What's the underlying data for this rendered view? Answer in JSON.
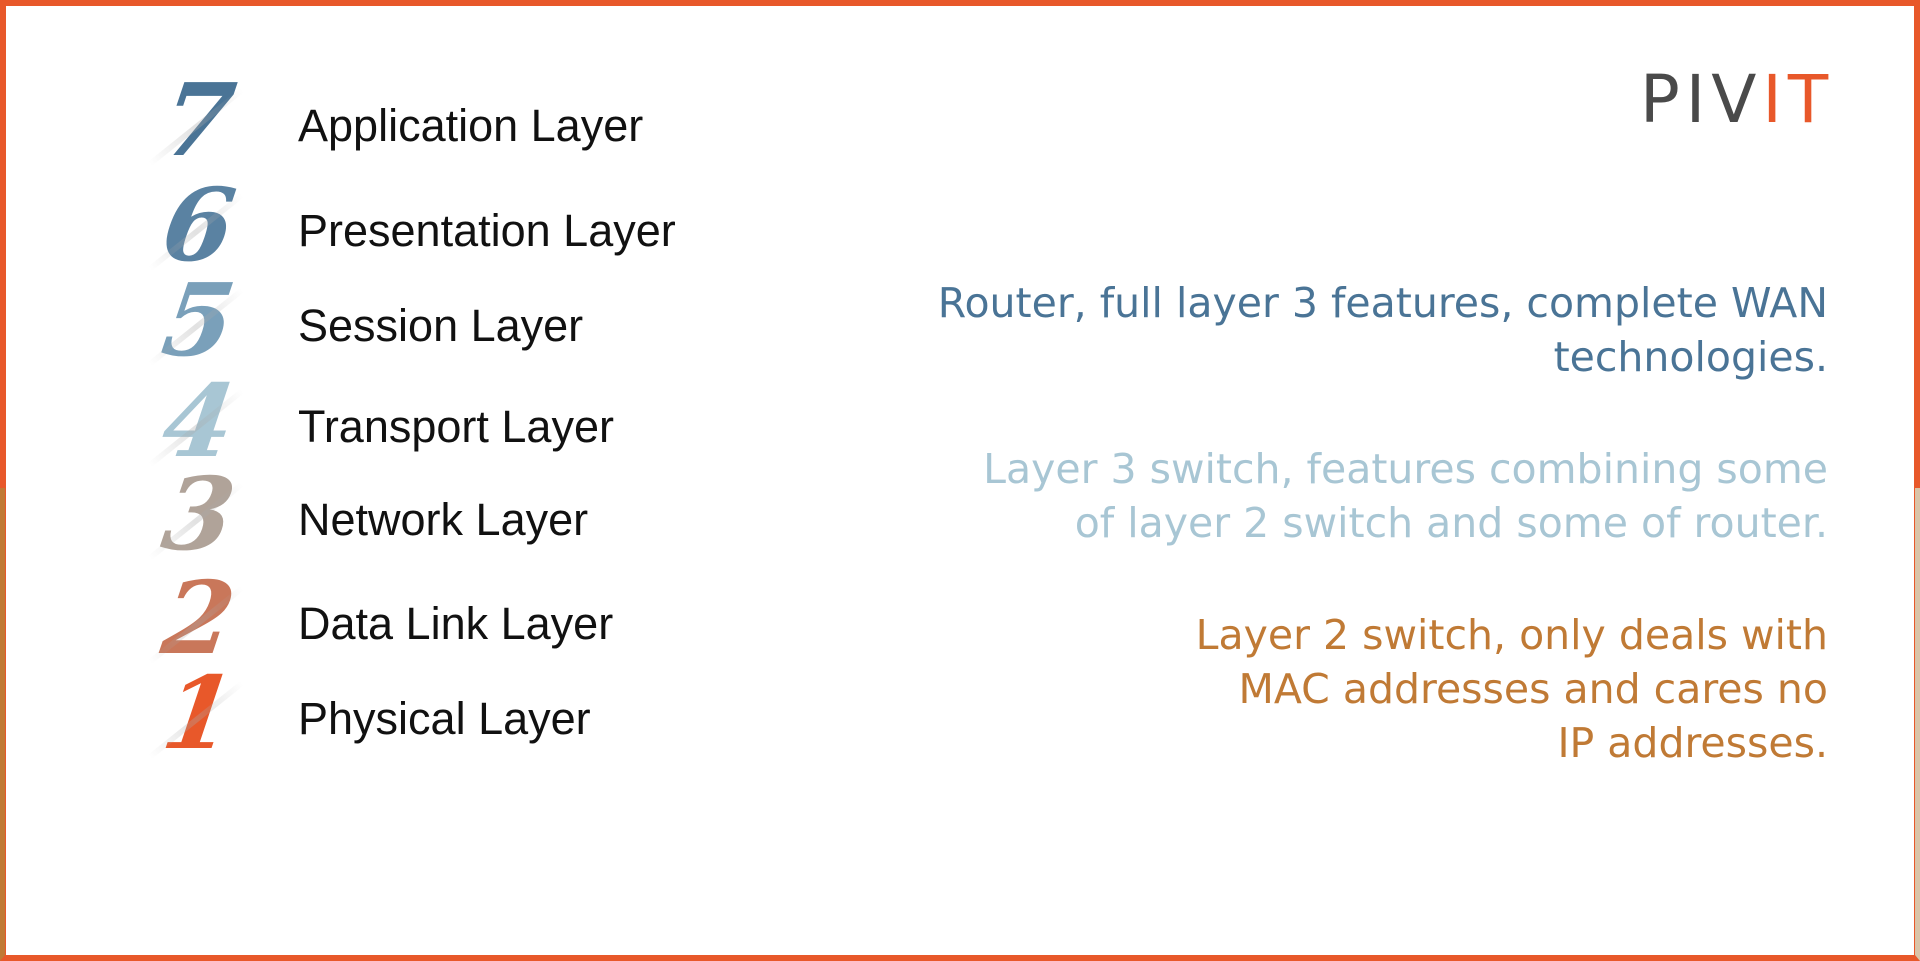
{
  "logo": {
    "prefix": "PIV",
    "suffix": "IT"
  },
  "layers": [
    {
      "number": "7",
      "label": "Application Layer",
      "color": "#4a7496"
    },
    {
      "number": "6",
      "label": "Presentation Layer",
      "color": "#5a82a2"
    },
    {
      "number": "5",
      "label": "Session Layer",
      "color": "#7aa0ba"
    },
    {
      "number": "4",
      "label": "Transport Layer",
      "color": "#a8c6d4"
    },
    {
      "number": "3",
      "label": "Network Layer",
      "color": "#b0a399"
    },
    {
      "number": "2",
      "label": "Data Link Layer",
      "color": "#c9775a"
    },
    {
      "number": "1",
      "label": "Physical Layer",
      "color": "#e8582a"
    }
  ],
  "descriptions": [
    {
      "lines": [
        "Router, full layer 3 features, complete WAN",
        "technologies."
      ],
      "color": "#4a7496"
    },
    {
      "lines": [
        "Layer 3 switch, features combining some",
        "of layer 2 switch and some of router."
      ],
      "color": "#a8c6d4"
    },
    {
      "lines": [
        "Layer 2 switch, only deals with",
        "MAC addresses and cares no",
        "IP addresses."
      ],
      "color": "#c07a35"
    }
  ]
}
